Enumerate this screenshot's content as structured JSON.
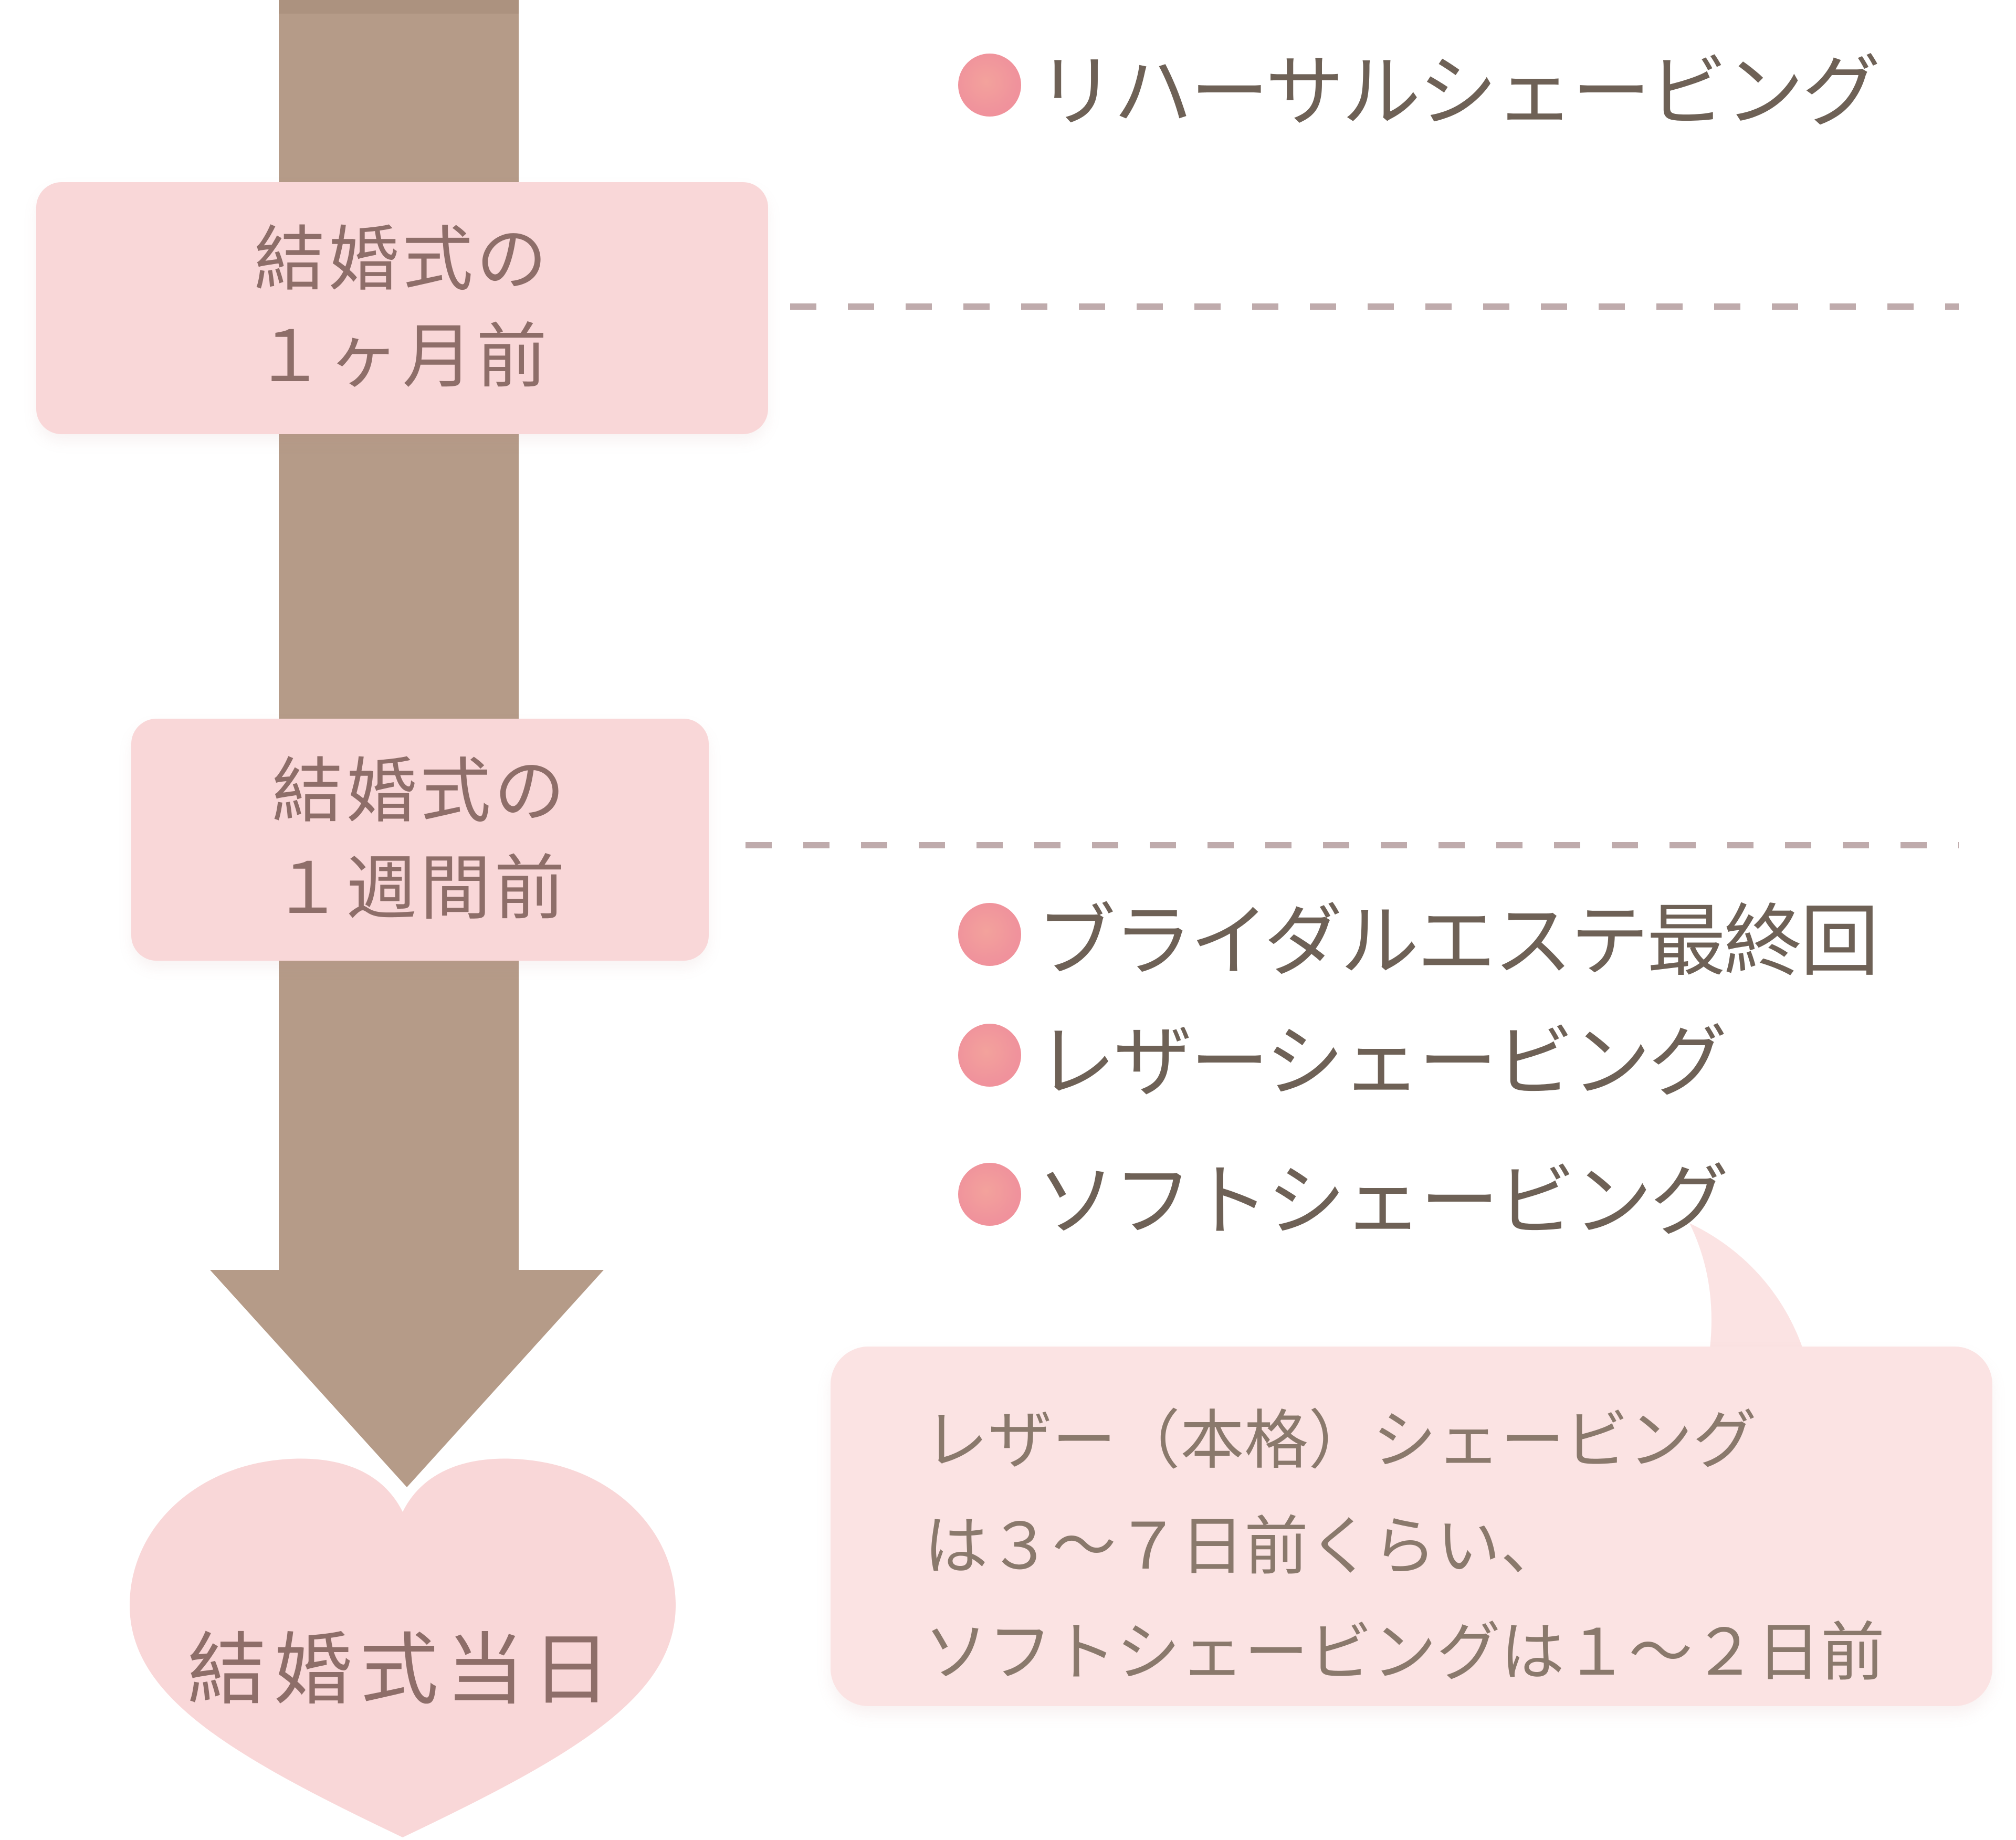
{
  "colors": {
    "arrow": "#b59b88",
    "arrow_top_shade": "#a98f7c",
    "milestone_box_pink": "#f9d7d8",
    "bubble_pink": "#fbe3e3",
    "milestone_text": "#8e6e69",
    "bullet_text": "#6e6156",
    "bubble_text": "#8a796c",
    "bullet_dot": "#f0939c",
    "dashed_line": "#b49c9d",
    "background": "#ffffff"
  },
  "milestones": [
    {
      "id": "one-month-before",
      "lines": [
        "結婚式の",
        "１ヶ月前"
      ]
    },
    {
      "id": "one-week-before",
      "lines": [
        "結婚式の",
        "１週間前"
      ]
    },
    {
      "id": "wedding-day",
      "lines": [
        "結婚式当日"
      ]
    }
  ],
  "events_one_month": [
    {
      "label": "リハーサルシェービング"
    }
  ],
  "events_one_week": [
    {
      "label": "ブライダルエステ最終回"
    },
    {
      "label": "レザーシェービング"
    },
    {
      "label": "ソフトシェービング"
    }
  ],
  "note_bubble": {
    "lines": [
      "レザー（本格）シェービング",
      "は３～７日前くらい、",
      "ソフトシェービングは１～２日前"
    ]
  }
}
